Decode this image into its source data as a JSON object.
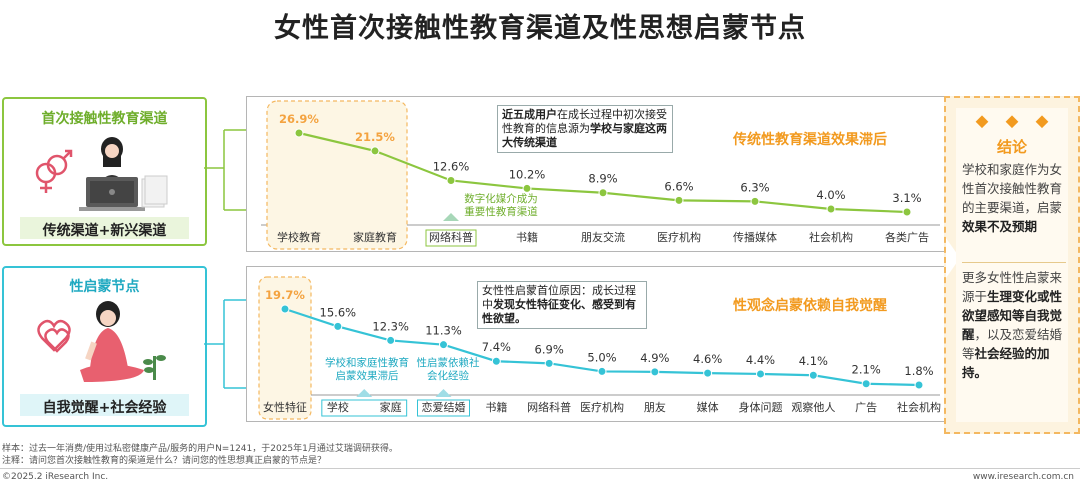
{
  "title": "女性首次接触性教育渠道及性思想启蒙节点",
  "left_top": {
    "heading": "首次接触性教育渠道",
    "footer": "传统渠道+新兴渠道",
    "color": "#8cc63f"
  },
  "left_bottom": {
    "heading": "性启蒙节点",
    "footer": "自我觉醒+社会经验",
    "color": "#35c3d6"
  },
  "conclusion": {
    "title": "结论",
    "p1_a": "学校和家庭作为女性首次接触性教育的主要渠道，启蒙",
    "p1_b": "效果不及预期",
    "p2_a": "更多女性性启蒙来源于",
    "p2_b": "生理变化或性欲望感知等自我觉醒",
    "p2_c": "，以及恋爱结婚等",
    "p2_d": "社会经验的加持。"
  },
  "chart_data": [
    {
      "type": "line",
      "categories": [
        "学校教育",
        "家庭教育",
        "网络科普",
        "书籍",
        "朋友交流",
        "医疗机构",
        "传播媒体",
        "社会机构",
        "各类广告"
      ],
      "values": [
        26.9,
        21.5,
        12.6,
        10.2,
        8.9,
        6.6,
        6.3,
        4.0,
        3.1
      ],
      "unit": "%",
      "highlight_indices": [
        0,
        1
      ],
      "line_color": "#8cc63f",
      "highlight_color": "#f4a340",
      "banner": "传统性教育渠道效果滞后",
      "callout": {
        "bold1": "近五成用户",
        "text1": "在成长过程中初次接受性教育的信息源为",
        "bold2": "学校与家庭这两大传统渠道"
      },
      "annotation": "数字化媒介成为重要性教育渠道"
    },
    {
      "type": "line",
      "categories": [
        "女性特征",
        "学校",
        "家庭",
        "恋爱结婚",
        "书籍",
        "网络科普",
        "医疗机构",
        "朋友",
        "媒体",
        "身体问题",
        "观察他人",
        "广告",
        "社会机构"
      ],
      "values": [
        19.7,
        15.6,
        12.3,
        11.3,
        7.4,
        6.9,
        5.0,
        4.9,
        4.6,
        4.4,
        4.1,
        2.1,
        1.8
      ],
      "unit": "%",
      "highlight_indices": [
        0
      ],
      "line_color": "#35c3d6",
      "highlight_color": "#f4a340",
      "banner": "性观念启蒙依赖自我觉醒",
      "callout": {
        "text1": "女性性启蒙首位原因：成长过程中",
        "bold2": "发现女性特征变化、感受到有性欲望。"
      },
      "annotation1": "学校和家庭性教育启蒙效果滞后",
      "annotation2": "性启蒙依赖社会化经验"
    }
  ],
  "notes": {
    "sample": "样本：过去一年消费/使用过私密健康产品/服务的用户N=1241，于2025年1月通过艾瑞调研获得。",
    "question": "注释：请问您首次接触性教育的渠道是什么？请问您的性思想真正启蒙的节点是？"
  },
  "footer": {
    "copyright": "©2025.2 iResearch Inc.",
    "url": "www.iresearch.com.cn"
  }
}
